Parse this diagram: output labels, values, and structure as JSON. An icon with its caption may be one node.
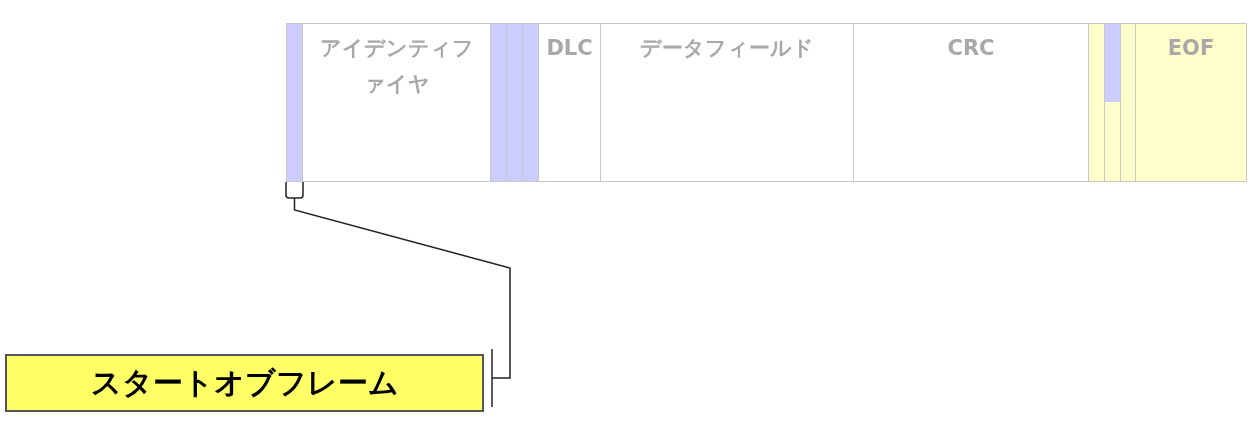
{
  "diagram": {
    "nodes": [
      {
        "text": [],
        "shape": "bar"
      },
      {
        "text": [
          "アイデンティファイヤ"
        ]
      },
      {
        "text": [],
        "shape": "bar"
      },
      {
        "text": [],
        "shape": "bar"
      },
      {
        "text": [],
        "shape": "bar"
      },
      {
        "text": [
          "DLC"
        ]
      },
      {
        "text": [
          "データフィールド"
        ]
      },
      {
        "text": [
          "CRC"
        ]
      },
      {
        "text": [],
        "shape": "bar"
      },
      {
        "text": [],
        "shape": "bar"
      },
      {
        "text": [],
        "shape": "bar"
      },
      {
        "text": [
          "EOF"
        ]
      },
      {
        "text": [
          "スタートオブフレーム"
        ]
      }
    ],
    "edges": [
      {
        "from": 12,
        "to": 0,
        "arrow": "other"
      }
    ]
  }
}
